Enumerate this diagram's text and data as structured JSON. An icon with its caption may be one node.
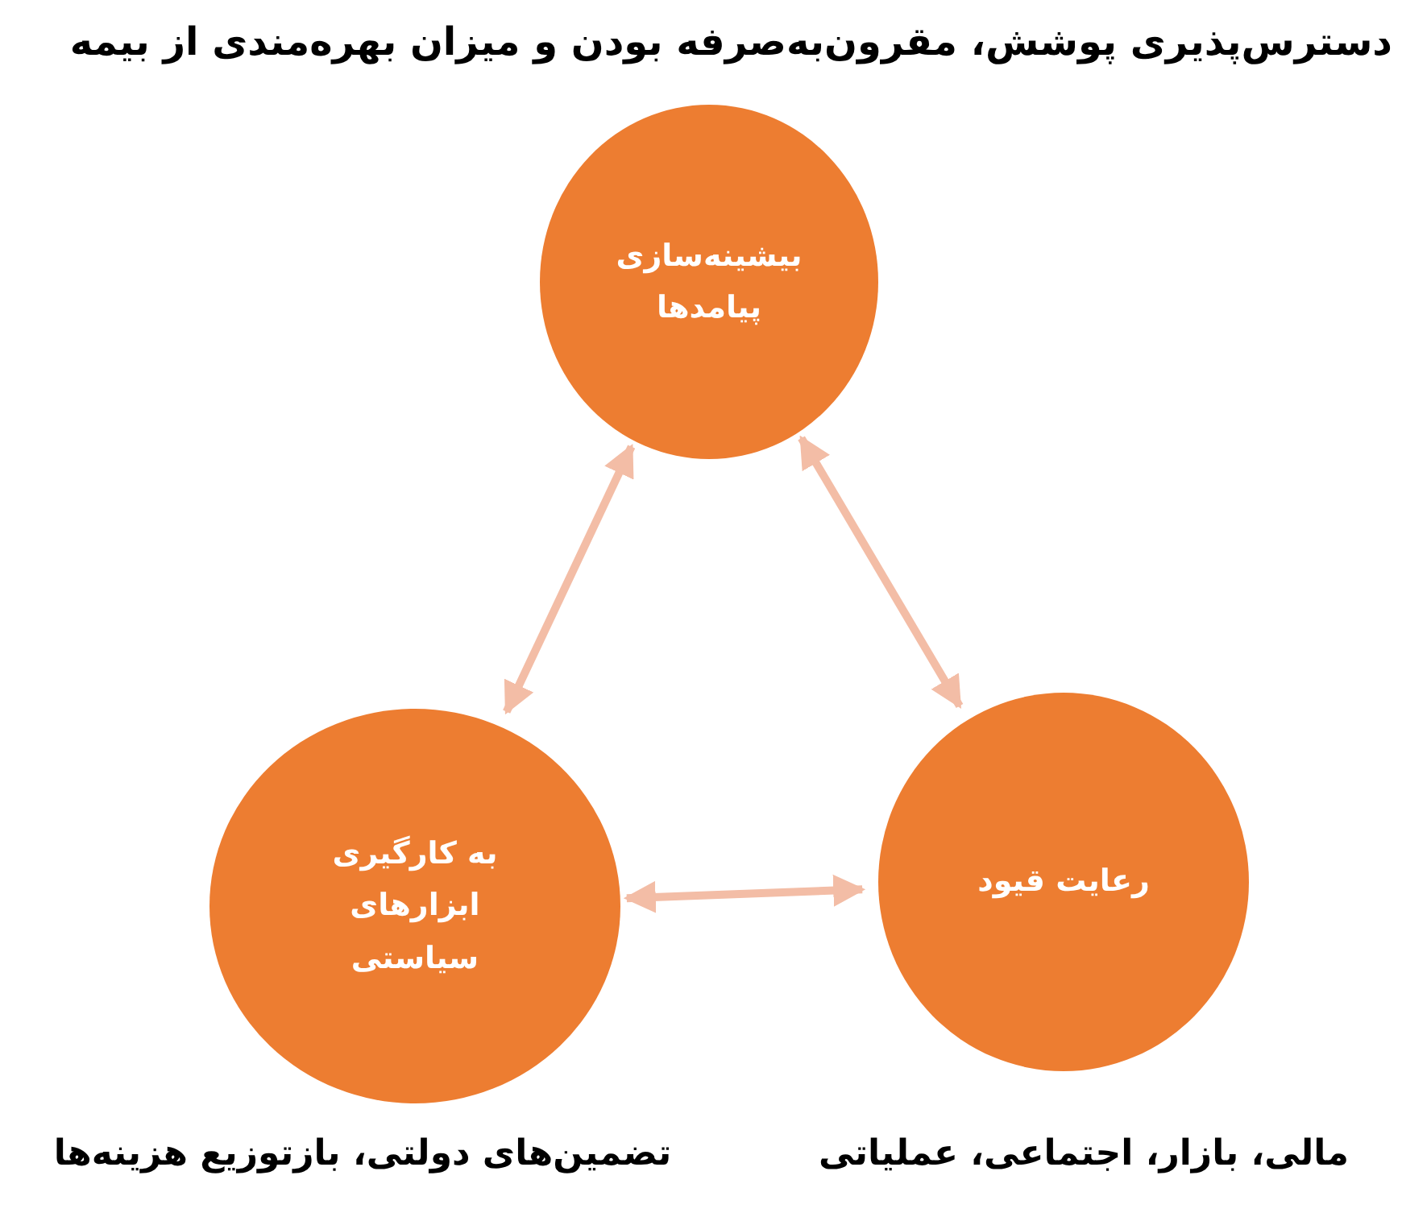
{
  "diagram": {
    "title": "دسترس‌پذیری پوشش، مقرون‌به‌صرفه بودن و میزان بهره‌مندی از بیمه",
    "nodes": [
      {
        "text": [
          "بیشینه‌سازی پیامدها"
        ]
      },
      {
        "text": [
          "به کارگیری ابزارهای سیاستی"
        ],
        "beside": [
          "تضمین‌های دولتی، بازتوزیع هزینه‌ها"
        ]
      },
      {
        "text": [
          "رعایت قیود"
        ],
        "beside": [
          "مالی، بازار، اجتماعی، عملیاتی"
        ]
      }
    ],
    "edges": [
      {
        "from": 0,
        "to": 1,
        "arrow": "both"
      },
      {
        "from": 0,
        "to": 2,
        "arrow": "both"
      },
      {
        "from": 1,
        "to": 2,
        "arrow": "both"
      }
    ]
  }
}
